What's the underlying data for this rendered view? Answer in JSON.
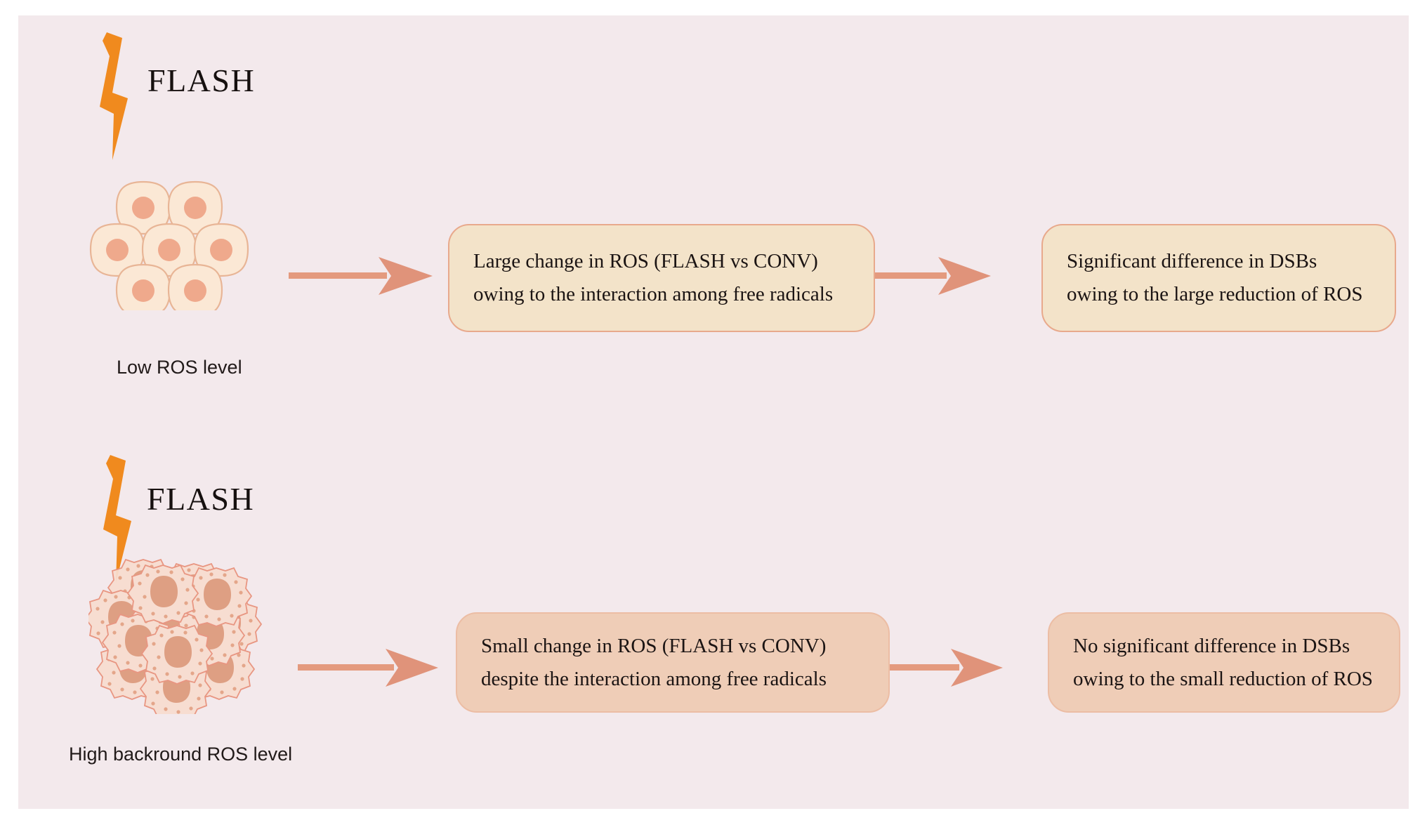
{
  "figure": {
    "background_color": "#f3e9ec",
    "accent_orange": "#f08a1e",
    "accent_salmon": "#e0957a",
    "box_cream": "#f3e3c9",
    "box_salmon": "#efcdb7"
  },
  "rows": [
    {
      "id": "normal",
      "flash_label": "FLASH",
      "caption": "Low ROS level",
      "cell_type": "normal-cell-cluster",
      "cell_count": 8,
      "boxes": [
        {
          "style": "cream",
          "lines": [
            "Large change in ROS   (FLASH vs CONV)",
            "owing to the interaction among free radicals"
          ]
        },
        {
          "style": "cream",
          "lines": [
            "Significant difference in DSBs",
            "owing to the large reduction of ROS"
          ]
        }
      ]
    },
    {
      "id": "tumor",
      "flash_label": "FLASH",
      "caption": "High backround ROS level",
      "cell_type": "tumor-cell-cluster",
      "cell_count": 13,
      "boxes": [
        {
          "style": "salmon",
          "lines": [
            "Small change in ROS   (FLASH vs CONV)",
            "despite the interaction among free radicals"
          ]
        },
        {
          "style": "salmon",
          "lines": [
            "No significant difference in DSBs",
            "owing to the small reduction of ROS"
          ]
        }
      ]
    }
  ]
}
